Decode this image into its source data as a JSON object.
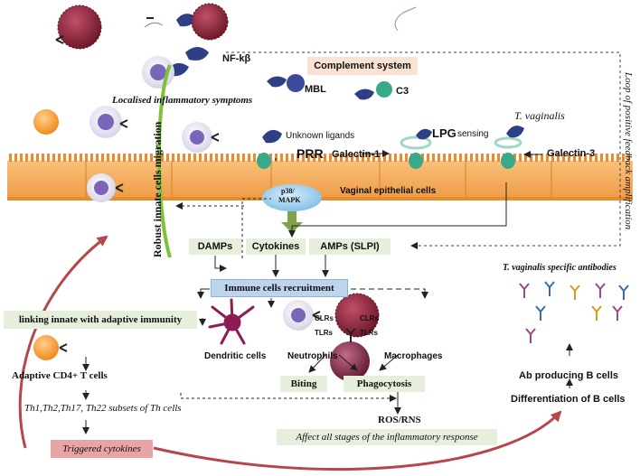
{
  "colors": {
    "membrane": "#f6b36a",
    "membrane_dark": "#e88b2d",
    "box_green": "#e6eedc",
    "box_peach": "#fbe3d3",
    "box_blue": "#bdd5ec",
    "box_pink": "#e9a5a5",
    "receptor_teal": "#3aa88a",
    "arrow_green": "#7fa34a",
    "arrow_red": "#b5474b",
    "mapk": "#a8d3ee"
  },
  "labels": {
    "nfkb": "NF-kβ",
    "complement": "Complement system",
    "mbl": "MBL",
    "c3": "C3",
    "localised": "Localised inflammatory symptoms",
    "loop": "Loop of positive feedback amplification",
    "unknown_ligands": "Unknown ligands",
    "lpg": "LPG",
    "sensing": "sensing",
    "tvag": "T. vaginalis",
    "prr": "PRR",
    "galectin1": "Galectin-1",
    "galectin3": "Galectin-3",
    "p38": "p38/",
    "mapk": "MAPK",
    "vaginal_cells": "Vaginal epithelial cells",
    "robust": "Robust innate cells migration",
    "damps": "DAMPs",
    "cytokines": "Cytokines",
    "amps": "AMPs (SLPI)",
    "recruitment": "Immune cells recruitment",
    "tvag_antibodies": "T. vaginalis specific antibodies",
    "linking": "linking innate with adaptive immunity",
    "clrs1": "CLRs",
    "tlrs1": "TLRs",
    "clrs2": "CLRs",
    "tlrs2": "TLRs",
    "dendritic": "Dendritic cells",
    "neutrophils": "Neutrophils",
    "macrophages": "Macrophages",
    "adaptive": "Adaptive CD4+ T cells",
    "biting": "Biting",
    "phagocytosis": "Phagocytosis",
    "ab_b": "Ab producing B cells",
    "th_subsets": "Th1,Th2,Th17, Th22  subsets of  Th cells",
    "differentiation": "Differentiation of  B cells",
    "ros": "ROS/RNS",
    "affect": "Affect all stages of the inflammatory response",
    "triggered": "Triggered cytokines"
  }
}
